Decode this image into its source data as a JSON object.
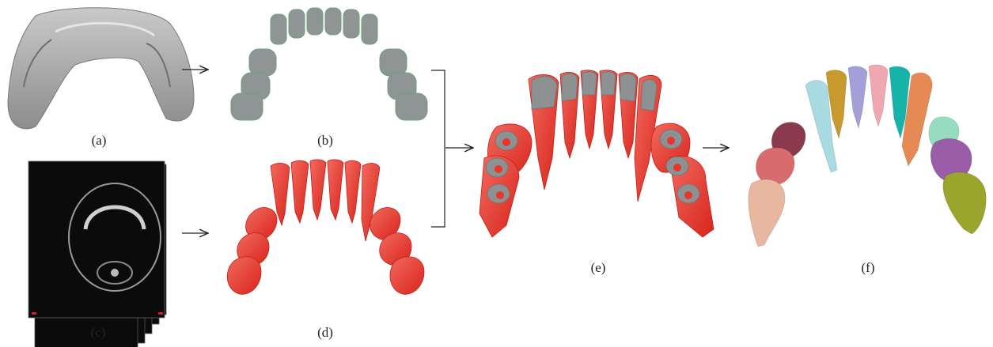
{
  "labels": {
    "a": "(a)",
    "b": "(b)",
    "c": "(c)",
    "d": "(d)",
    "e": "(e)",
    "f": "(f)"
  },
  "colors": {
    "scan_gray": "#9c9c9c",
    "tooth_red": "#e8362c",
    "ct_black": "#0b0b0b",
    "crown_gray": "#8e9191",
    "tooth_palette": [
      "#e7b7a0",
      "#d96b6e",
      "#8a3a4c",
      "#a9dbe2",
      "#c89a2e",
      "#a49ed9",
      "#f0a7b1",
      "#16b3a9",
      "#e58a55",
      "#96dcc0",
      "#9a5ea8",
      "#9aa62b"
    ]
  }
}
